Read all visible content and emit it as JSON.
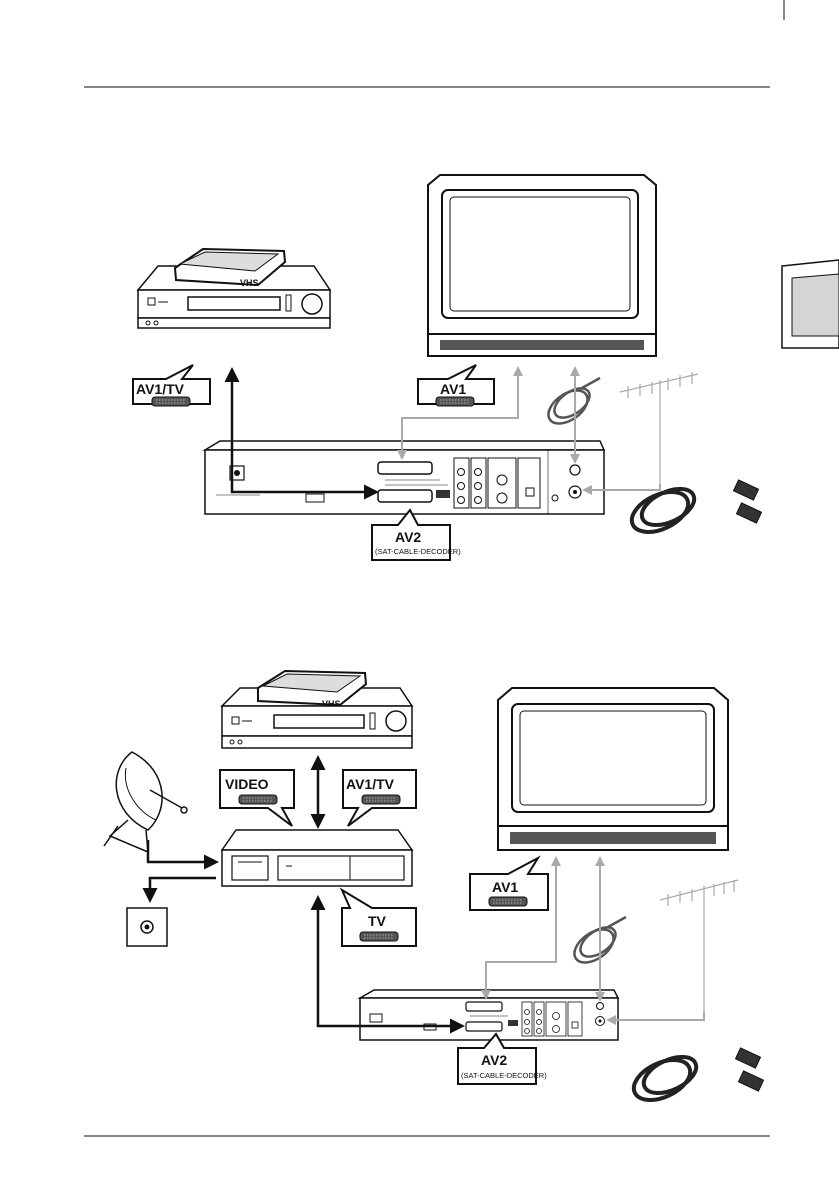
{
  "diagram_1": {
    "vcr_label": "VHS",
    "vcr_scart_label": "AV1/TV",
    "tv_scart_label": "AV1",
    "recorder_av2_label": "AV2",
    "recorder_av2_sublabel": "(SAT-CABLE-DECODER)"
  },
  "diagram_2": {
    "vcr_label": "VHS",
    "receiver_video_label": "VIDEO",
    "vcr_scart_label": "AV1/TV",
    "receiver_tv_label": "TV",
    "tv_scart_label": "AV1",
    "recorder_av2_label": "AV2",
    "recorder_av2_sublabel": "(SAT-CABLE-DECODER)"
  },
  "colors": {
    "line": "#111111",
    "connection_grey": "#a9a9a9",
    "side_tab": "#d5d5d5"
  }
}
